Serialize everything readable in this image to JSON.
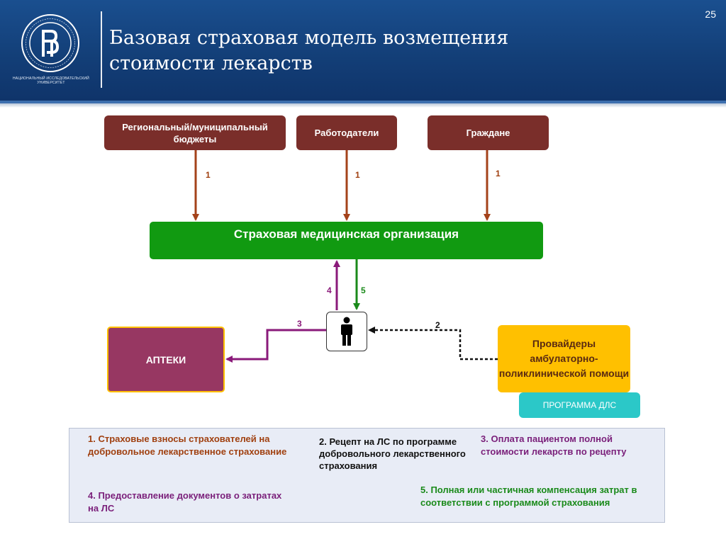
{
  "page_number": "25",
  "title": {
    "line1": "Базовая  страховая модель возмещения",
    "line2": "стоимости  лекарств"
  },
  "logo": {
    "caption": "НАЦИОНАЛЬНЫЙ ИССЛЕДОВАТЕЛЬСКИЙ УНИВЕРСИТЕТ",
    "icon": "hse-emblem-icon"
  },
  "nodes": {
    "regional": "Региональный/муниципальный бюджеты",
    "employers": "Работодатели",
    "citizens": "Граждане",
    "insurer": "Страховая медицинская организация",
    "pharmacies": "АПТЕКИ",
    "providers": "Провайдеры амбулаторно-поликлинической помощи",
    "dls_program": "ПРОГРАММА ДЛС",
    "patient_icon": "person-icon"
  },
  "arrow_labels": {
    "regional": "1",
    "employers": "1",
    "citizens": "1",
    "to_insurer": "4",
    "from_insurer": "5",
    "to_pharmacy": "3",
    "from_provider": "2"
  },
  "colors": {
    "header": "#133f78",
    "budget_box": "#7a2e2a",
    "insurer_box": "#119a11",
    "pharmacy_box": "#973762",
    "provider_box": "#ffc000",
    "dls_box": "#2bc8c8",
    "arrow_brown": "#a4421a",
    "arrow_purple": "#8a1a7a",
    "arrow_green": "#1a8a1a"
  },
  "legend": {
    "item1": "1. Страховые взносы страхователей на добровольное лекарственное страхование",
    "item2": "2. Рецепт на ЛС по программе добровольного лекарственного страхования",
    "item3": "3. Оплата пациентом полной стоимости лекарств по рецепту",
    "item4": "4. Предоставление документов о затратах на ЛС",
    "item5": "5. Полная или частичная компенсация затрат в соответствии с программой страхования"
  }
}
